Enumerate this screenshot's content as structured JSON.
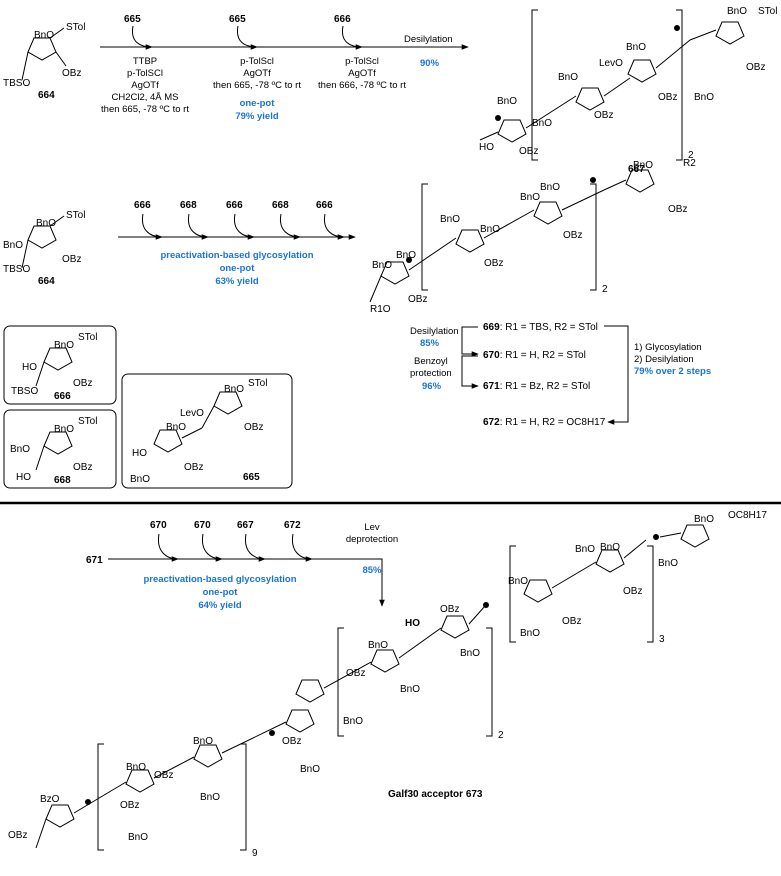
{
  "colors": {
    "accent_blue": "#1a73d9",
    "ink": "#000000"
  },
  "row1": {
    "start": {
      "compound_id": "664",
      "labels": [
        "BnO",
        "STol",
        "TBSO",
        "OBz"
      ]
    },
    "step1": {
      "reagent": "665",
      "conditions": [
        "TTBP",
        "p-TolSCl",
        "AgOTf",
        "CH2Cl2, 4Å MS",
        "then 665, -78 ºC to rt"
      ]
    },
    "step2": {
      "reagent": "665",
      "conditions": [
        "p-TolScl",
        "AgOTf",
        "then 665, -78 ºC to rt"
      ],
      "highlight": [
        "one-pot",
        "79% yield"
      ]
    },
    "step3": {
      "reagent": "666",
      "conditions": [
        "p-TolScl",
        "AgOTf",
        "then 666, -78 ºC to rt"
      ]
    },
    "step4": {
      "label": "Desilylation",
      "yield": "90%"
    },
    "product": {
      "compound_id": "667",
      "repeat": "2",
      "labels": [
        "BnO",
        "STol",
        "LevO",
        "OBz",
        "BnO",
        "BnO",
        "OBz",
        "BnO",
        "BnO",
        "OBz",
        "BnO",
        "HO",
        "OBz"
      ]
    }
  },
  "row2": {
    "start": {
      "compound_id": "664",
      "labels": [
        "BnO",
        "STol",
        "BnO",
        "TBSO",
        "OBz"
      ]
    },
    "reagents": [
      "666",
      "668",
      "666",
      "668",
      "666"
    ],
    "highlight": [
      "preactivation-based glycosylation",
      "one-pot",
      "63% yield"
    ],
    "product": {
      "repeat": "2",
      "labels": [
        "BnO",
        "R2",
        "BnO",
        "BnO",
        "OBz",
        "BnO",
        "BnO",
        "OBz",
        "BnO",
        "BnO",
        "OBz",
        "R1O",
        "OBz"
      ]
    },
    "series": [
      {
        "id": "669",
        "text": ": R1 = TBS, R2 = STol"
      },
      {
        "id": "670",
        "text": ": R1 = H, R2 = STol"
      },
      {
        "id": "671",
        "text": ": R1 = Bz, R2 = STol"
      },
      {
        "id": "672",
        "text": ": R1 = H, R2 = OC8H17"
      }
    ],
    "desilylation": {
      "label": "Desilylation",
      "yield": "85%"
    },
    "benzoyl": {
      "label1": "Benzoyl",
      "label2": "protection",
      "yield": "96%"
    },
    "glyco": {
      "line1": "1) Glycosylation",
      "line2": "2) Desilylation",
      "yield": "79% over 2 steps"
    }
  },
  "boxes": [
    {
      "compound_id": "666",
      "labels": [
        "BnO",
        "STol",
        "HO",
        "TBSO",
        "OBz"
      ]
    },
    {
      "compound_id": "668",
      "labels": [
        "BnO",
        "STol",
        "BnO",
        "HO",
        "OBz"
      ]
    },
    {
      "compound_id": "665",
      "labels": [
        "BnO",
        "STol",
        "LevO",
        "BnO",
        "OBz",
        "HO",
        "BnO",
        "OBz"
      ]
    }
  ],
  "row3": {
    "start": "671",
    "reagents": [
      "670",
      "670",
      "667",
      "672"
    ],
    "deprotection": {
      "line1": "Lev",
      "line2": "deprotection",
      "yield": "85%"
    },
    "highlight": [
      "preactivation-based glycosylation",
      "one-pot",
      "64% yield"
    ],
    "product": {
      "title": "Galf30 acceptor 673",
      "repeats": [
        "3",
        "2",
        "9"
      ],
      "labels": [
        "BnO",
        "OC8H17",
        "BnO",
        "BnO",
        "OBz",
        "BnO",
        "BnO",
        "OBz",
        "BnO",
        "HO",
        "OBz",
        "BnO",
        "BnO",
        "OBz",
        "BnO",
        "BnO",
        "OBz",
        "BnO",
        "BnO",
        "OBz",
        "BnO",
        "BnO",
        "OBz",
        "BnO",
        "BzO",
        "OBz"
      ]
    }
  }
}
